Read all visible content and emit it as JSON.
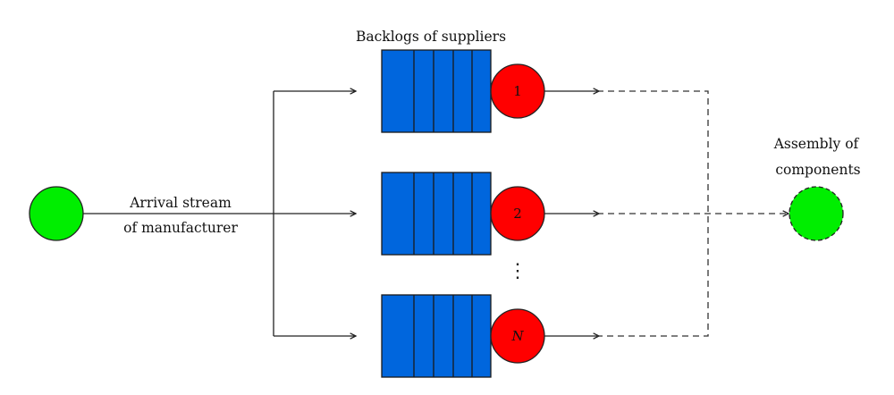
{
  "diagram": {
    "title_label": "Backlogs of suppliers",
    "source": {
      "label_line1": "Arrival stream",
      "label_line2": "of manufacturer",
      "color": "#00ee00"
    },
    "suppliers": [
      {
        "server_label": "1"
      },
      {
        "server_label": "2"
      },
      {
        "server_label": "N",
        "italic": true
      }
    ],
    "ellipsis": "⋮",
    "sink": {
      "label_line1": "Assembly of",
      "label_line2": "components",
      "color": "#00ee00",
      "border": "dashed"
    },
    "colors": {
      "queue_fill": "#0066dd",
      "server_fill": "#ff0000",
      "line": "#222222"
    }
  }
}
